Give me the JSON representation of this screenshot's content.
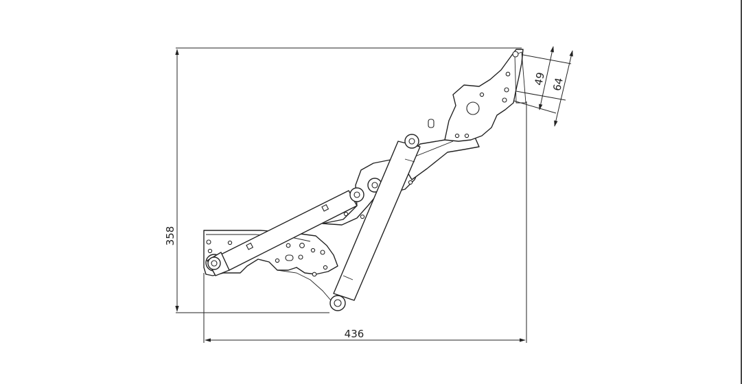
{
  "dimensions": {
    "width": "436",
    "height": "358",
    "small_offset": "49",
    "large_offset": "64"
  },
  "colors": {
    "line": "#222222",
    "background": "#ffffff"
  }
}
